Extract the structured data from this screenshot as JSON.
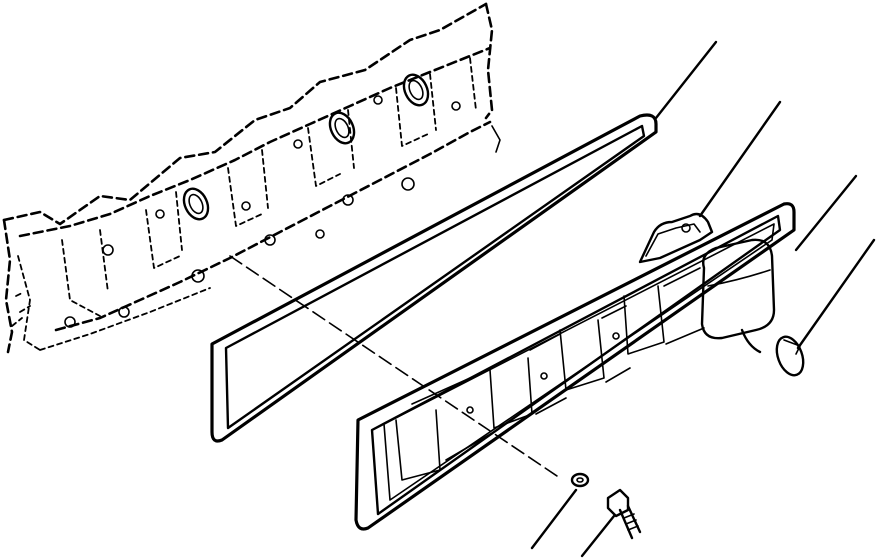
{
  "diagram": {
    "type": "exploded-parts-view",
    "text_labels": [],
    "colors": {
      "line": "#000000",
      "background": "#ffffff"
    },
    "parts": [
      {
        "id": "cylinder-head",
        "style": "phantom-dashed"
      },
      {
        "id": "head-cover-gasket",
        "callout": true
      },
      {
        "id": "lifting-bracket",
        "callout": true
      },
      {
        "id": "valve-cover",
        "callout": true
      },
      {
        "id": "hose-clamp",
        "callout": true
      },
      {
        "id": "washer",
        "callout": true
      },
      {
        "id": "bolt",
        "callout": true
      }
    ]
  }
}
